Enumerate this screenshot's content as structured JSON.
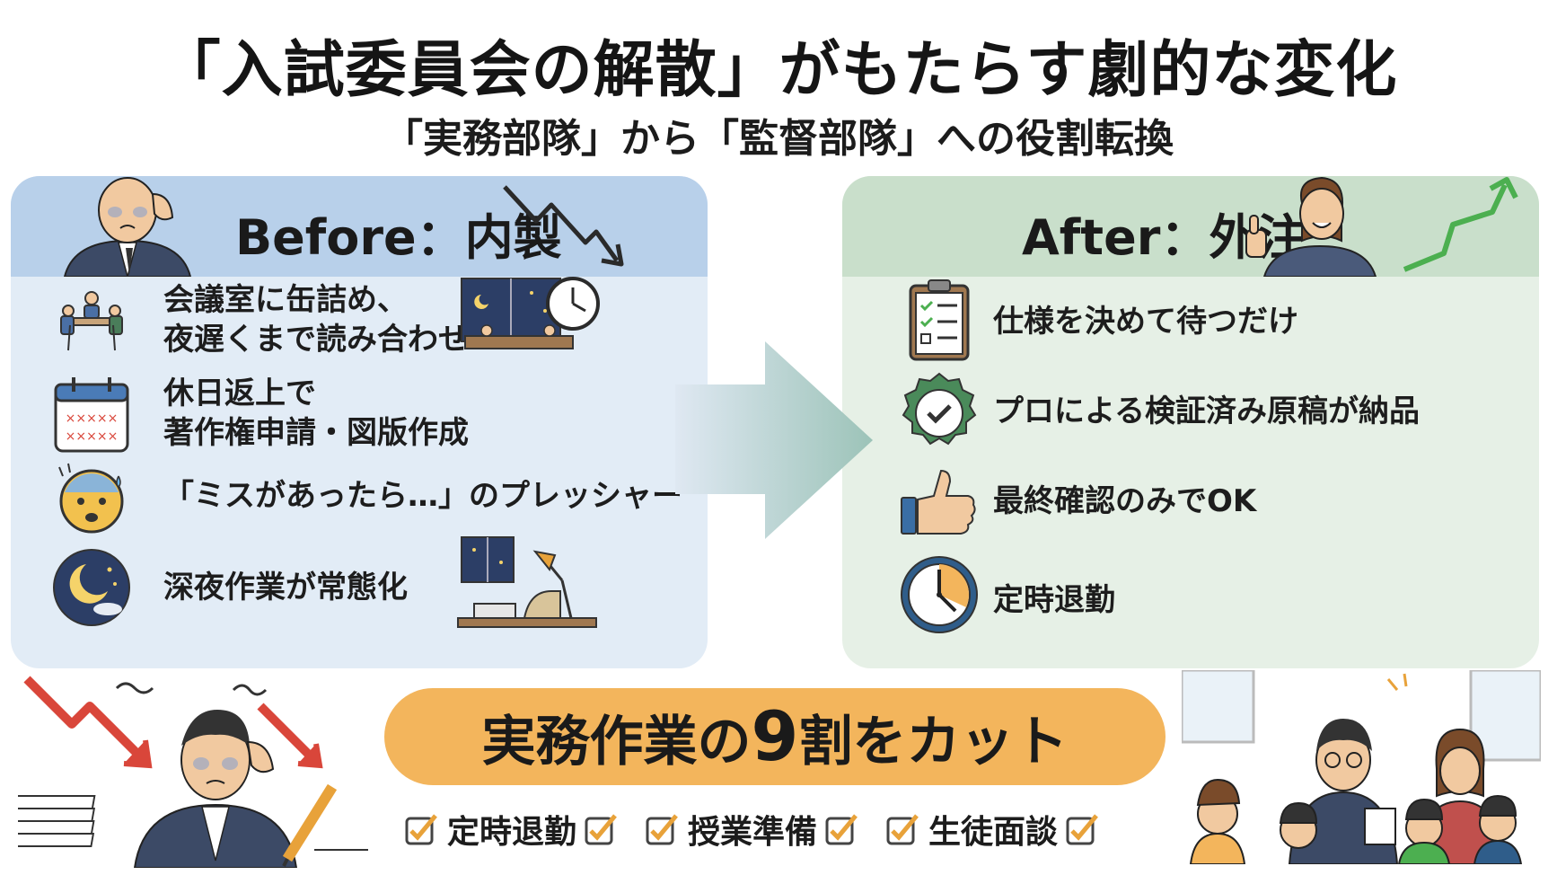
{
  "title": "「入試委員会の解散」がもたらす劇的な変化",
  "subtitle": "「実務部隊」から「監督部隊」への役割転換",
  "before": {
    "heading": "Before：内製",
    "items": [
      {
        "icon": "meeting-room-icon",
        "lines": [
          "会議室に缶詰め、",
          "夜遅くまで読み合わせ"
        ]
      },
      {
        "icon": "calendar-icon",
        "lines": [
          "休日返上で",
          "著作権申請・図版作成"
        ]
      },
      {
        "icon": "anxious-face-icon",
        "lines": [
          "「ミスがあったら…」のプレッシャー"
        ]
      },
      {
        "icon": "moon-icon",
        "lines": [
          "深夜作業が常態化"
        ]
      }
    ]
  },
  "after": {
    "heading": "After：外注",
    "items": [
      {
        "icon": "clipboard-checklist-icon",
        "lines": [
          "仕様を決めて待つだけ"
        ]
      },
      {
        "icon": "check-badge-icon",
        "lines": [
          "プロによる検証済み原稿が納品"
        ]
      },
      {
        "icon": "thumbs-up-icon",
        "lines": [
          "最終確認のみでOK"
        ]
      },
      {
        "icon": "clock-icon",
        "lines": [
          "定時退勤"
        ]
      }
    ]
  },
  "banner": {
    "prefix": "実務作業の",
    "number": "9",
    "suffix": "割をカット"
  },
  "checks": [
    "定時退勤",
    "授業準備",
    "生徒面談"
  ],
  "colors": {
    "before_panel": "#e2ecf6",
    "before_header": "#b8d0ea",
    "after_panel": "#e6f0e6",
    "after_header": "#c9dfcb",
    "banner": "#f3b55c",
    "check": "#e8a23a",
    "arrow_down": "#d9463a",
    "arrow_up": "#4caf50"
  }
}
